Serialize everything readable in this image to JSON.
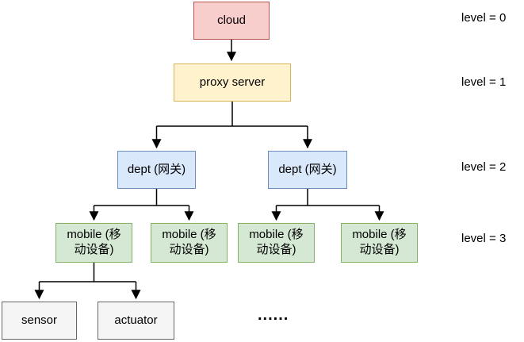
{
  "palette": {
    "red": {
      "fill": "#f8cecc",
      "stroke": "#b85450"
    },
    "yellow": {
      "fill": "#fff2cc",
      "stroke": "#d6b656"
    },
    "blue": {
      "fill": "#dae8fc",
      "stroke": "#6c8ebf"
    },
    "green": {
      "fill": "#d5e8d4",
      "stroke": "#82b366"
    },
    "gray": {
      "fill": "#f5f5f5",
      "stroke": "#666666"
    },
    "connector": "#000000"
  },
  "diagram": {
    "nodes": {
      "cloud": {
        "label": "cloud"
      },
      "proxy": {
        "label": "proxy server"
      },
      "dept1": {
        "label": "dept (网关)"
      },
      "dept2": {
        "label": "dept (网关)"
      },
      "mobile1": {
        "label": "mobile (移动设备)"
      },
      "mobile2": {
        "label": "mobile (移动设备)"
      },
      "mobile3": {
        "label": "mobile (移动设备)"
      },
      "mobile4": {
        "label": "mobile (移动设备)"
      },
      "sensor": {
        "label": "sensor"
      },
      "actuator": {
        "label": "actuator"
      }
    },
    "levels": [
      {
        "label": "level = 0"
      },
      {
        "label": "level = 1"
      },
      {
        "label": "level = 2"
      },
      {
        "label": "level = 3"
      }
    ],
    "ellipsis": "......"
  }
}
